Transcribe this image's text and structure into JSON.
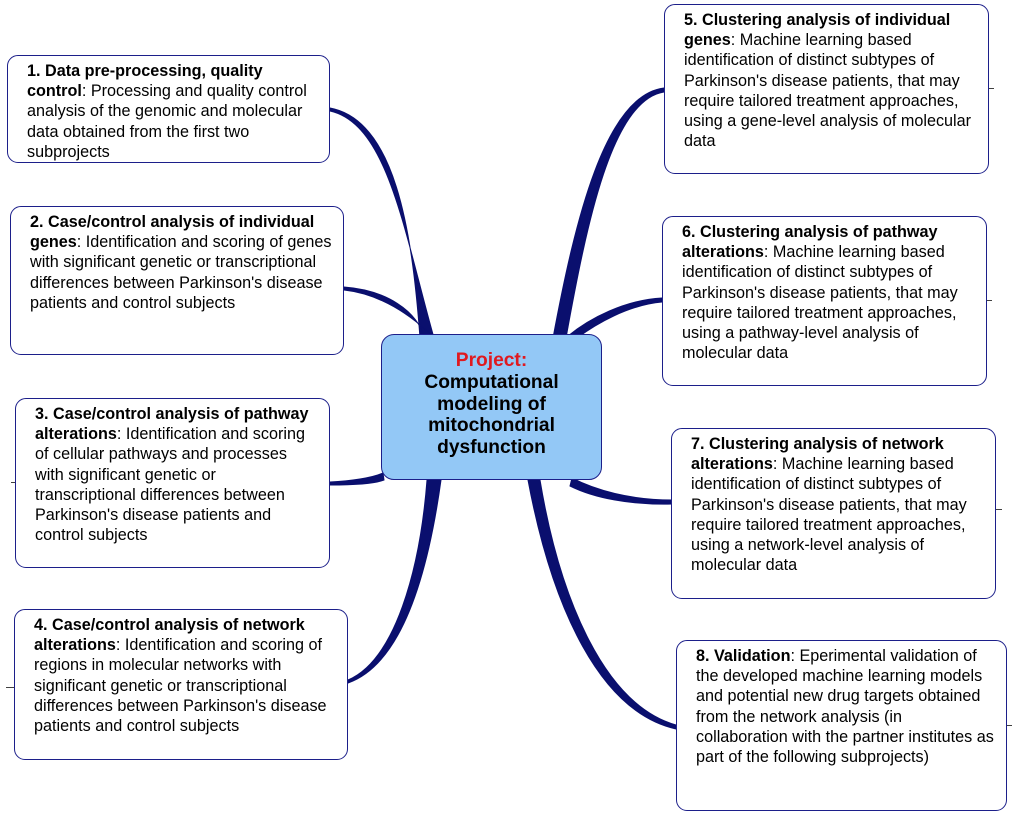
{
  "center": {
    "heading": "Project:",
    "subtitle": "Computational modeling of mitochondrial dysfunction"
  },
  "nodes": [
    {
      "title": "1. Data pre-processing, quality control",
      "text": ": Processing and quality control analysis of the genomic and molecular data obtained from the first two subprojects"
    },
    {
      "title": "2. Case/control analysis of individual genes",
      "text": ": Identification and scoring of genes with significant genetic or transcriptional differences between Parkinson's disease patients and control subjects"
    },
    {
      "title": "3. Case/control analysis of pathway alterations",
      "text": ": Identification and scoring of cellular pathways and processes with significant genetic or transcriptional differences between Parkinson's disease patients and control subjects"
    },
    {
      "title": "4. Case/control analysis of network alterations",
      "text": ": Identification and scoring of regions in molecular networks with significant genetic or transcriptional differences between Parkinson's disease patients and control subjects"
    },
    {
      "title": "5. Clustering analysis of individual genes",
      "text": ": Machine learning based identification of distinct subtypes of Parkinson's disease patients, that may require tailored treatment approaches, using a gene-level analysis of molecular data"
    },
    {
      "title": "6. Clustering analysis of pathway alterations",
      "text": ": Machine learning based identification of distinct subtypes of Parkinson's disease patients, that may require tailored treatment approaches, using a pathway-level analysis of molecular data"
    },
    {
      "title": "7. Clustering analysis of network alterations",
      "text": ": Machine learning based identification of distinct subtypes of Parkinson's disease patients, that may require tailored treatment approaches, using a network-level analysis of molecular data"
    },
    {
      "title": "8. Validation",
      "text": ": Eperimental validation of the developed machine learning models and potential new drug targets obtained from the network analysis (in collaboration with the partner institutes as part of the following subprojects)"
    }
  ],
  "colors": {
    "connector": "#0a0f6e",
    "node_border": "#1c1f8a",
    "center_fill": "#93c8f6",
    "center_heading": "#e0191f"
  }
}
